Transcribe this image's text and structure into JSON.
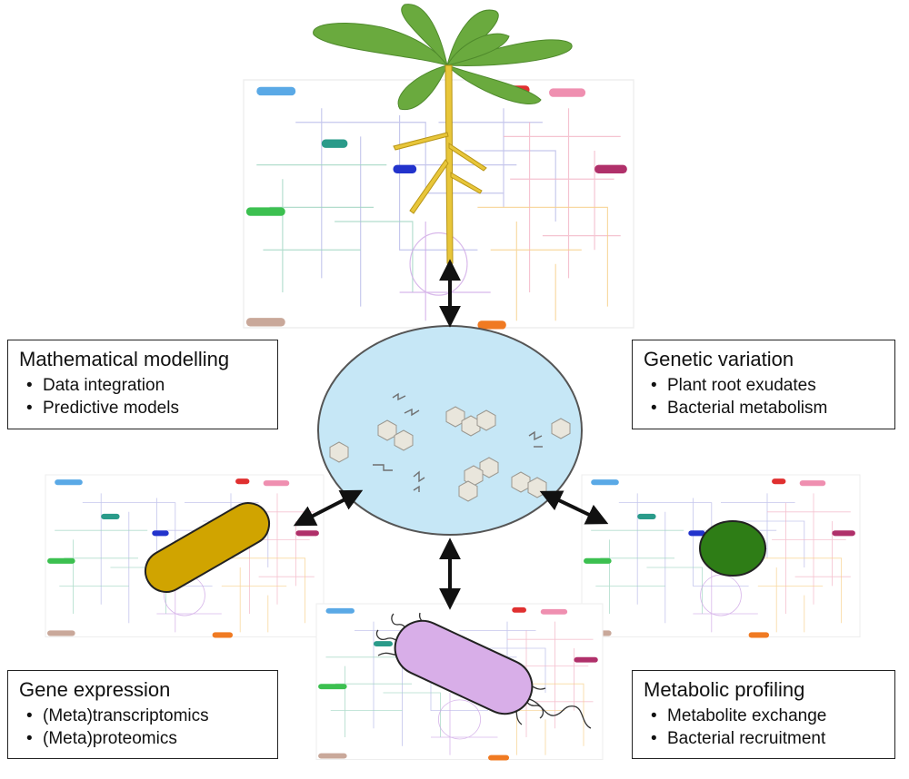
{
  "boxes": {
    "mathematical_modelling": {
      "title": "Mathematical modelling",
      "items": [
        "Data integration",
        "Predictive models"
      ]
    },
    "genetic_variation": {
      "title": "Genetic variation",
      "items": [
        "Plant root exudates",
        "Bacterial metabolism"
      ]
    },
    "gene_expression": {
      "title": "Gene expression",
      "items": [
        "(Meta)transcriptomics",
        "(Meta)proteomics"
      ]
    },
    "metabolic_profiling": {
      "title": "Metabolic profiling",
      "items": [
        "Metabolite exchange",
        "Bacterial recruitment"
      ]
    }
  },
  "icons": {
    "plant": "plant-icon",
    "rhizosphere": "rhizosphere-pool-icon",
    "rod_bacterium": "rod-bacterium-icon",
    "coccus_bacterium": "coccus-bacterium-icon",
    "flagellated_bacterium": "flagellated-bacterium-icon",
    "metabolic_map": "metabolic-network-map-icon"
  },
  "colors": {
    "leaf": "#6aaa3e",
    "root": "#e8c63a",
    "pool": "#c6e7f6",
    "rod_bacterium": "#d0a400",
    "coccus_bacterium": "#2e7d16",
    "flagellated_bacterium": "#d8aee8",
    "arrow": "#111111"
  }
}
